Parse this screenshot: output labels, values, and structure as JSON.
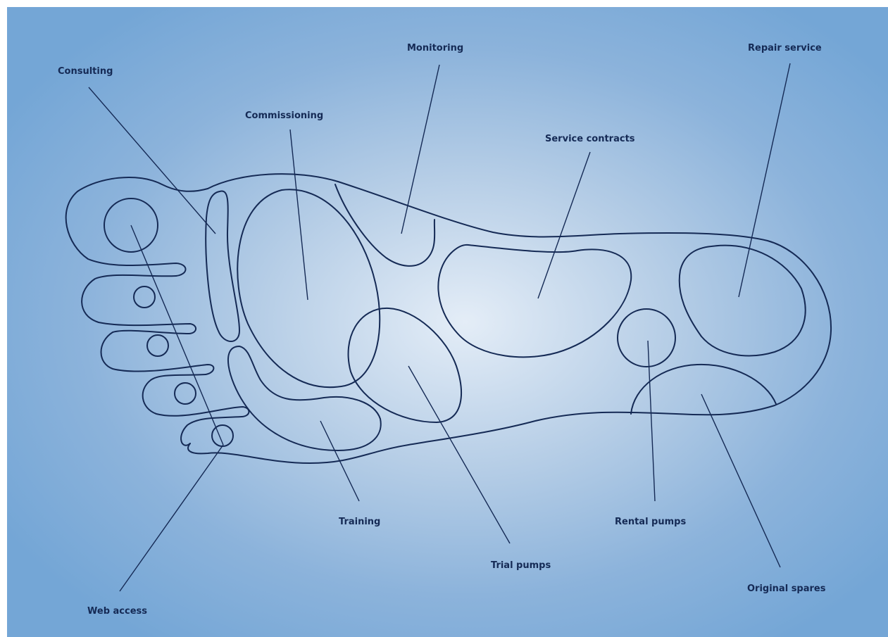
{
  "labels": {
    "consulting": "Consulting",
    "commissioning": "Commissioning",
    "monitoring": "Monitoring",
    "service_contracts": "Service contracts",
    "repair_service": "Repair service",
    "training": "Training",
    "trial_pumps": "Trial pumps",
    "rental_pumps": "Rental pumps",
    "original_spares": "Original spares",
    "web_access": "Web access"
  },
  "colors": {
    "outline": "#152a55",
    "background_center": "#e4edf7",
    "background_edge": "#74a6d6"
  }
}
